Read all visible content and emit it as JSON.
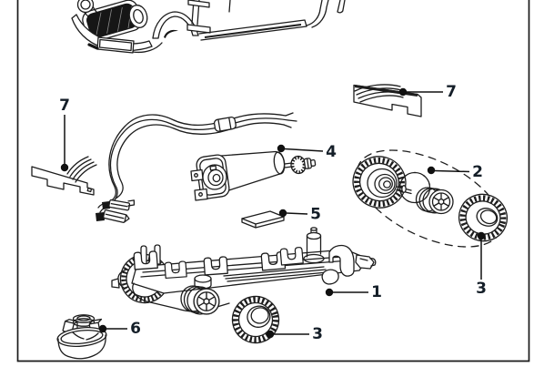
{
  "colors": {
    "background": "#ffffff",
    "line": "#1d1d1d",
    "label": "#141e28",
    "leader": "#111111"
  },
  "callouts": [
    {
      "num": "1",
      "points_to": "chassis"
    },
    {
      "num": "2",
      "points_to": "rear-axle-assembly"
    },
    {
      "num": "3",
      "points_to": "axle-tire"
    },
    {
      "num": "3",
      "points_to": "spare-tire"
    },
    {
      "num": "4",
      "points_to": "motor"
    },
    {
      "num": "5",
      "points_to": "magnet-plate"
    },
    {
      "num": "6",
      "points_to": "guide-cup"
    },
    {
      "num": "7",
      "points_to": "braid-plate-left"
    },
    {
      "num": "7",
      "points_to": "braid-plate-right"
    }
  ]
}
